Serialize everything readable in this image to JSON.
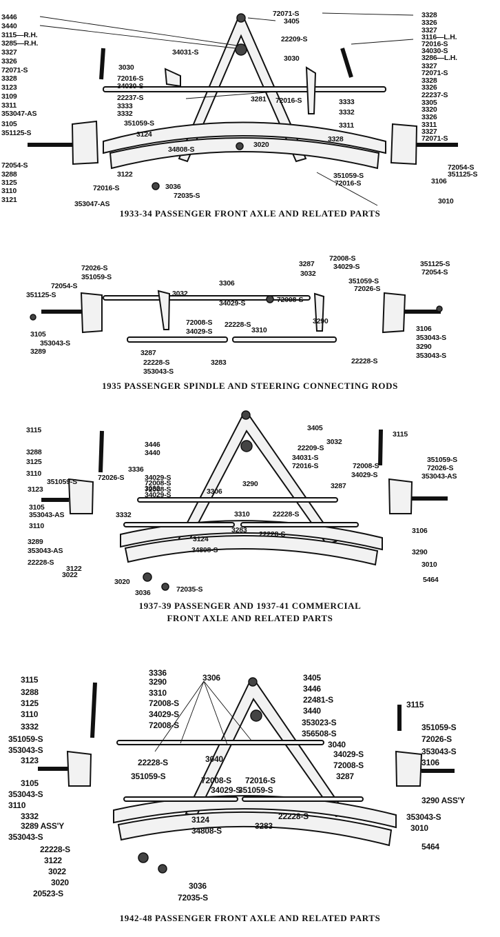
{
  "panels": [
    {
      "caption": "1933-34 PASSENGER FRONT AXLE AND RELATED PARTS",
      "labels": [
        "3446",
        "3440",
        "3115—R.H.",
        "3285—R.H.",
        "3327",
        "3326",
        "72071-S",
        "3328",
        "3123",
        "3109",
        "3311",
        "353047-AS",
        "3105",
        "351125-S",
        "72054-S",
        "3288",
        "3125",
        "3110",
        "3121",
        "353047-AS",
        "3405",
        "34031-S",
        "22209-S",
        "3030",
        "3030",
        "72016-S",
        "34030-S",
        "22237-S",
        "3333",
        "3332",
        "351059-S",
        "3124",
        "34808-S",
        "3020",
        "3122",
        "72016-S",
        "3036",
        "72035-S",
        "3281",
        "72016-S",
        "72071-S",
        "3328",
        "3326",
        "3327",
        "3116—L.H.",
        "72016-S",
        "34030-S",
        "3286—L.H.",
        "3327",
        "72071-S",
        "3328",
        "3326",
        "22237-S",
        "3305",
        "3320",
        "3326",
        "3311",
        "3327",
        "72071-S",
        "3333",
        "3332",
        "3311",
        "3328",
        "72054-S",
        "351125-S",
        "3106",
        "351059-S",
        "72016-S",
        "3010"
      ]
    },
    {
      "caption": "1935 PASSENGER SPINDLE AND STEERING CONNECTING RODS",
      "labels": [
        "72026-S",
        "351059-S",
        "72054-S",
        "351125-S",
        "3032",
        "3306",
        "34029-S",
        "72008-S",
        "3287",
        "3032",
        "72008-S",
        "34029-S",
        "351125-S",
        "72054-S",
        "351059-S",
        "72026-S",
        "72008-S",
        "34029-S",
        "22228-S",
        "3290",
        "3310",
        "3105",
        "353043-S",
        "3289",
        "3287",
        "22228-S",
        "353043-S",
        "3283",
        "3106",
        "353043-S",
        "3290",
        "353043-S",
        "22228-S"
      ]
    },
    {
      "caption_line1": "1937-39 PASSENGER AND 1937-41 COMMERCIAL",
      "caption_line2": "FRONT AXLE AND RELATED PARTS",
      "labels": [
        "3115",
        "3288",
        "3125",
        "3110",
        "72026-S",
        "351059-S",
        "3123",
        "3336",
        "34029-S",
        "72008-S",
        "3032",
        "34029-S",
        "72008-S",
        "3105",
        "353043-AS",
        "3110",
        "3332",
        "3289",
        "353043-AS",
        "22228-S",
        "3405",
        "3446",
        "3440",
        "22209-S",
        "34031-S",
        "72016-S",
        "3032",
        "3290",
        "3306",
        "3310",
        "22228-S",
        "3283",
        "22228-S",
        "3124",
        "34808-S",
        "3122",
        "3022",
        "3020",
        "3036",
        "72035-S",
        "3115",
        "72008-S",
        "34029-S",
        "3287",
        "351059-S",
        "72026-S",
        "353043-AS",
        "3106",
        "3290",
        "3010",
        "5464"
      ]
    },
    {
      "caption": "1942-48 PASSENGER FRONT AXLE AND RELATED PARTS",
      "labels": [
        "3115",
        "3288",
        "3125",
        "3110",
        "3332",
        "351059-S",
        "353043-S",
        "3123",
        "3105",
        "353043-S",
        "3110",
        "3332",
        "3289 ASS'Y",
        "353043-S",
        "22228-S",
        "3122",
        "3022",
        "3020",
        "20523-S",
        "3336",
        "3290",
        "3310",
        "72008-S",
        "34029-S",
        "72008-S",
        "3306",
        "22228-S",
        "351059-S",
        "72008-S",
        "34029-S",
        "3040",
        "72016-S",
        "351059-S",
        "3124",
        "34808-S",
        "3036",
        "72035-S",
        "3405",
        "3446",
        "22481-S",
        "3440",
        "353023-S",
        "356508-S",
        "3040",
        "34029-S",
        "72008-S",
        "3287",
        "22228-S",
        "3283",
        "3115",
        "351059-S",
        "72026-S",
        "353043-S",
        "3106",
        "3290 ASS'Y",
        "353043-S",
        "3010",
        "5464"
      ]
    }
  ]
}
